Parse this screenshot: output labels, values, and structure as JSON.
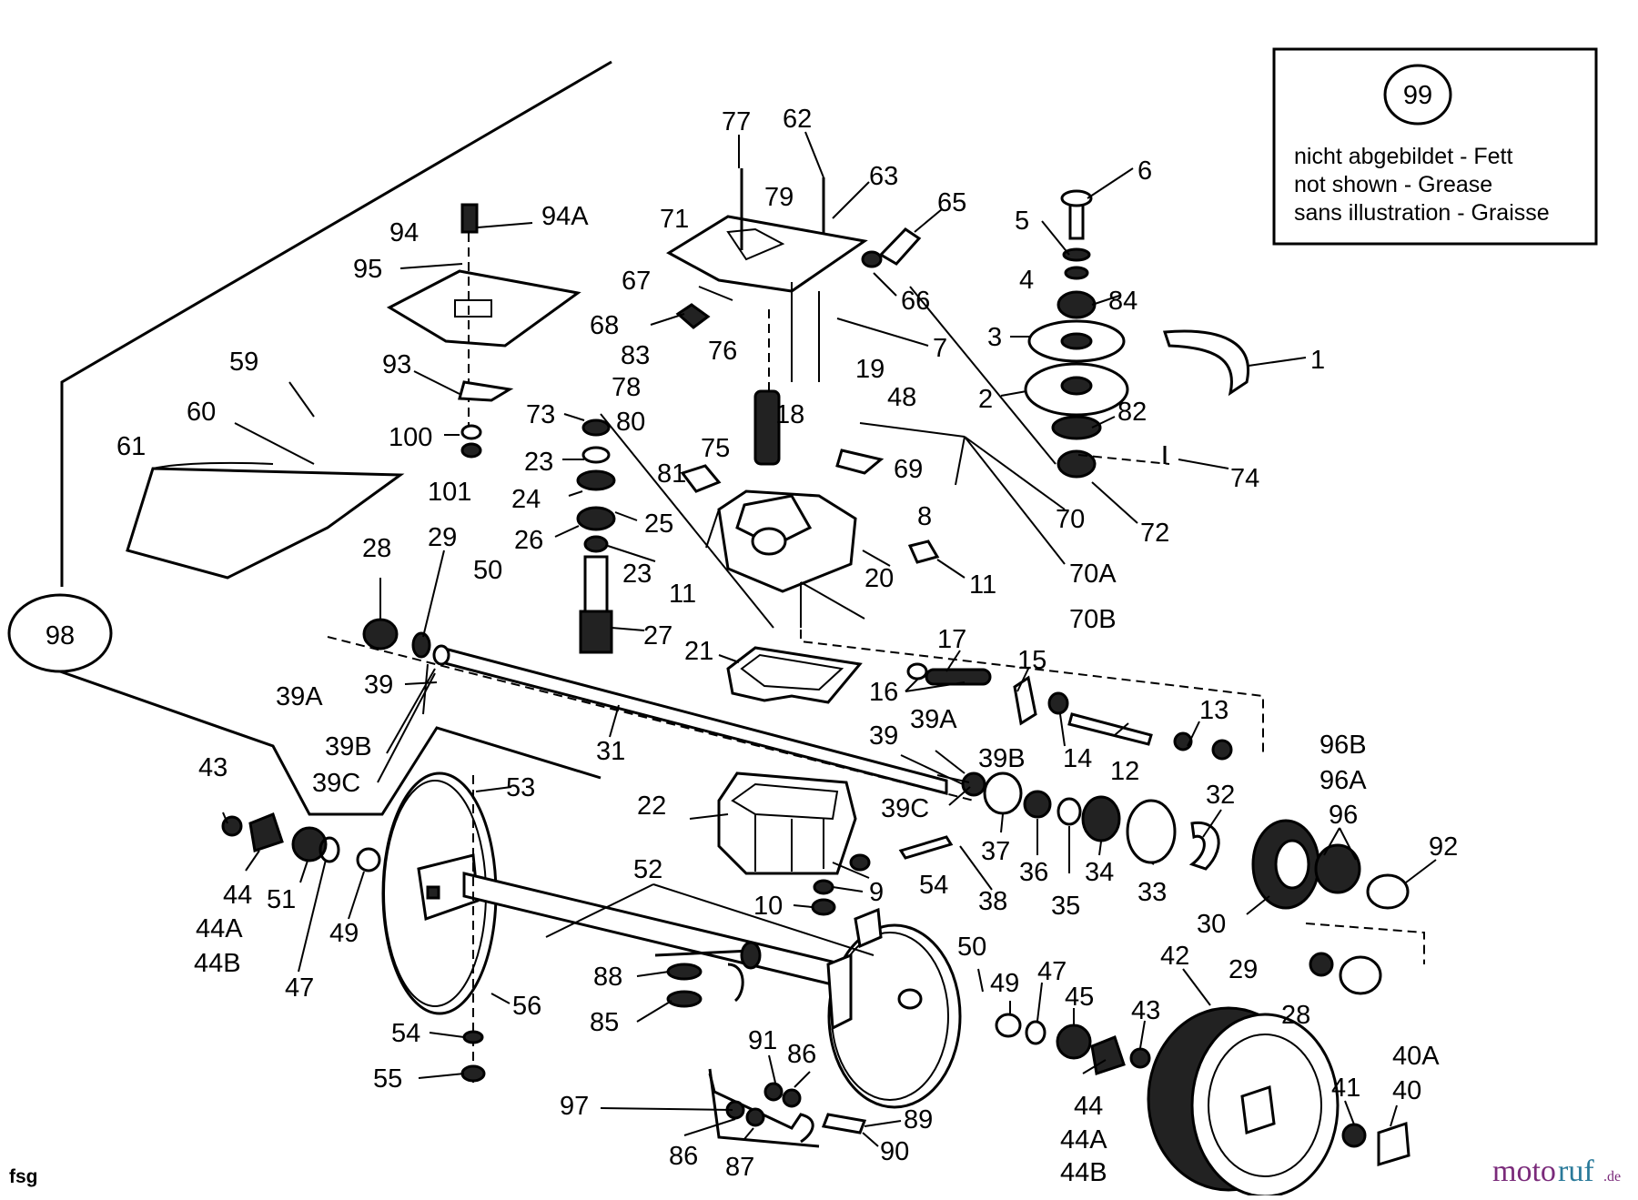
{
  "note_box": {
    "circle_label": "99",
    "line_de": "nicht abgebildet - Fett",
    "line_en": "not shown - Grease",
    "line_fr": "sans illustration - Graisse"
  },
  "assembly_label": "98",
  "corner_label": "fsg",
  "watermark": {
    "part_a": "moto",
    "part_b": "ruf",
    "part_c": ".de"
  },
  "callouts": {
    "c77": "77",
    "c62": "62",
    "c63": "63",
    "c79": "79",
    "c71": "71",
    "c65": "65",
    "c66": "66",
    "c67": "67",
    "c68": "68",
    "c83": "83",
    "c76": "76",
    "c7": "7",
    "c19": "19",
    "c78": "78",
    "c48": "48",
    "c80": "80",
    "c18": "18",
    "c75": "75",
    "c81": "81",
    "c69": "69",
    "c8": "8",
    "c11a": "11",
    "c11b": "11",
    "c20": "20",
    "c70": "70",
    "c70A": "70A",
    "c70B": "70B",
    "c6": "6",
    "c5": "5",
    "c4": "4",
    "c84": "84",
    "c3": "3",
    "c1": "1",
    "c2": "2",
    "c82": "82",
    "c74": "74",
    "c72": "72",
    "c94": "94",
    "c94A": "94A",
    "c95": "95",
    "c93": "93",
    "c100": "100",
    "c101": "101",
    "c59": "59",
    "c60": "60",
    "c61": "61",
    "c73": "73",
    "c23a": "23",
    "c24": "24",
    "c25": "25",
    "c26": "26",
    "c23b": "23",
    "c27": "27",
    "c28a": "28",
    "c29a": "29",
    "c50a": "50",
    "c39a": "39",
    "c39Aa": "39A",
    "c39Ba": "39B",
    "c39Ca": "39C",
    "c31": "31",
    "c21": "21",
    "c17": "17",
    "c15": "15",
    "c16": "16",
    "c14": "14",
    "c12": "12",
    "c13": "13",
    "c39b": "39",
    "c39Ab": "39A",
    "c39Bb": "39B",
    "c39Cb": "39C",
    "c37": "37",
    "c36": "36",
    "c35": "35",
    "c34": "34",
    "c33": "33",
    "c32": "32",
    "c96B": "96B",
    "c96A": "96A",
    "c96": "96",
    "c92": "92",
    "c30": "30",
    "c38": "38",
    "c54a": "54",
    "c9": "9",
    "c10": "10",
    "c22": "22",
    "c43a": "43",
    "c44a": "44",
    "c44Aa": "44A",
    "c44Ba": "44B",
    "c51": "51",
    "c47a": "47",
    "c49a": "49",
    "c53": "53",
    "c52": "52",
    "c56": "56",
    "c54b": "54",
    "c55": "55",
    "c88": "88",
    "c85": "85",
    "c91": "91",
    "c86a": "86",
    "c89": "89",
    "c97": "97",
    "c86b": "86",
    "c87": "87",
    "c90": "90",
    "c50b": "50",
    "c49b": "49",
    "c47b": "47",
    "c45": "45",
    "c43b": "43",
    "c42": "42",
    "c29b": "29",
    "c28b": "28",
    "c44b": "44",
    "c44Ab": "44A",
    "c44Bb": "44B",
    "c41": "41",
    "c40A": "40A",
    "c40": "40"
  }
}
